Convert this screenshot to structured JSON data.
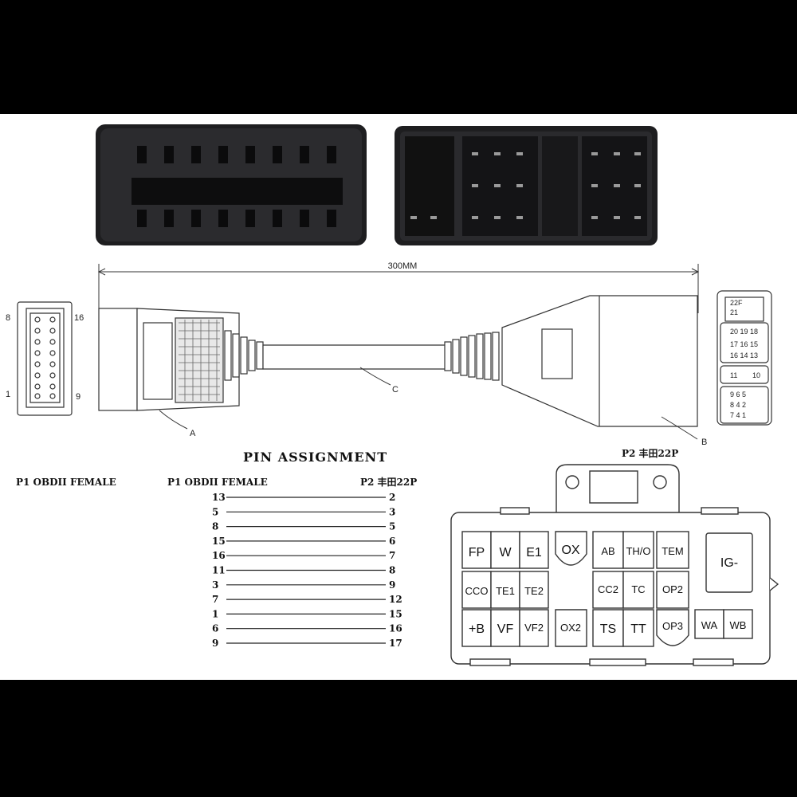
{
  "dimension_label": "300MM",
  "callouts": {
    "a": "A",
    "b": "B",
    "c": "C"
  },
  "obd_pin_numbers": {
    "top_left": "8",
    "top_right": "16",
    "bottom_left": "1",
    "bottom_right": "9"
  },
  "toyota_side_view_labels": [
    "22F",
    "21",
    "20 19 18",
    "17 16 15",
    "16 14 13",
    "11",
    "10",
    "9 6 5",
    "8 4 2",
    "7 4 1"
  ],
  "pin_assignment": {
    "title": "PIN ASSIGNMENT",
    "left_header": "P1 OBDII FEMALE",
    "table_header_left": "P1 OBDII FEMALE",
    "table_header_right": "P2 丰田22P",
    "rows": [
      {
        "p1": "13",
        "p2": "2"
      },
      {
        "p1": "5",
        "p2": "3"
      },
      {
        "p1": "8",
        "p2": "5"
      },
      {
        "p1": "15",
        "p2": "6"
      },
      {
        "p1": "16",
        "p2": "7"
      },
      {
        "p1": "11",
        "p2": "8"
      },
      {
        "p1": "3",
        "p2": "9"
      },
      {
        "p1": "7",
        "p2": "12"
      },
      {
        "p1": "1",
        "p2": "15"
      },
      {
        "p1": "6",
        "p2": "16"
      },
      {
        "p1": "9",
        "p2": "17"
      }
    ]
  },
  "connector_22p": {
    "title": "P2 丰田22P",
    "cells": {
      "FP": "FP",
      "W": "W",
      "E1": "E1",
      "OX": "OX",
      "AB": "AB",
      "THO": "TH/O",
      "TEM": "TEM",
      "IG": "IG-",
      "CCO": "CCO",
      "TE1": "TE1",
      "TE2": "TE2",
      "CC2": "CC2",
      "TC": "TC",
      "OP2": "OP2",
      "B": "+B",
      "VF": "VF",
      "VF2": "VF2",
      "OX2": "OX2",
      "TS": "TS",
      "TT": "TT",
      "OP3": "OP3",
      "WA": "WA",
      "WB": "WB"
    }
  }
}
